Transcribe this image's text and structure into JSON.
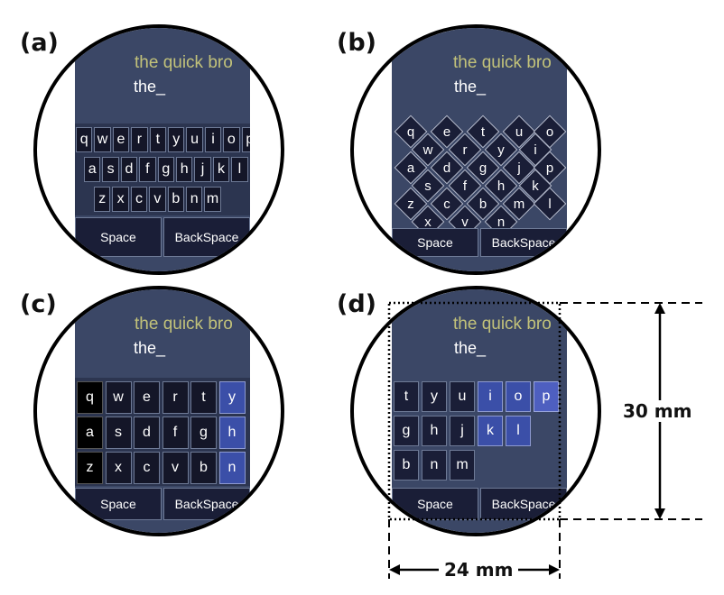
{
  "panels": {
    "a": {
      "label": "(a)",
      "phrase": "the quick bro",
      "typed": "the_",
      "rows": [
        [
          "q",
          "w",
          "e",
          "r",
          "t",
          "y",
          "u",
          "i",
          "o",
          "p"
        ],
        [
          "a",
          "s",
          "d",
          "f",
          "g",
          "h",
          "j",
          "k",
          "l"
        ],
        [
          "z",
          "x",
          "c",
          "v",
          "b",
          "n",
          "m"
        ]
      ],
      "space": "Space",
      "backspace": "BackSpace"
    },
    "b": {
      "label": "(b)",
      "phrase": "the quick bro",
      "typed": "the_",
      "keys": [
        "q",
        "w",
        "e",
        "r",
        "t",
        "y",
        "u",
        "i",
        "o",
        "a",
        "s",
        "d",
        "f",
        "g",
        "h",
        "j",
        "k",
        "p",
        "z",
        "x",
        "c",
        "v",
        "b",
        "n",
        "m",
        "l"
      ],
      "space": "Space",
      "backspace": "BackSpace"
    },
    "c": {
      "label": "(c)",
      "phrase": "the quick bro",
      "typed": "the_",
      "rows": [
        [
          "q",
          "w",
          "e",
          "r",
          "t",
          "y"
        ],
        [
          "a",
          "s",
          "d",
          "f",
          "g",
          "h"
        ],
        [
          "z",
          "x",
          "c",
          "v",
          "b",
          "n"
        ]
      ],
      "space": "Space",
      "backspace": "BackSpace"
    },
    "d": {
      "label": "(d)",
      "phrase": "the quick bro",
      "typed": "the_",
      "rows": [
        [
          "t",
          "y",
          "u",
          "i",
          "o",
          "p"
        ],
        [
          "g",
          "h",
          "j",
          "k",
          "l"
        ],
        [
          "b",
          "n",
          "m"
        ]
      ],
      "space": "Space",
      "backspace": "BackSpace",
      "height_label": "30 mm",
      "width_label": "24 mm"
    }
  }
}
